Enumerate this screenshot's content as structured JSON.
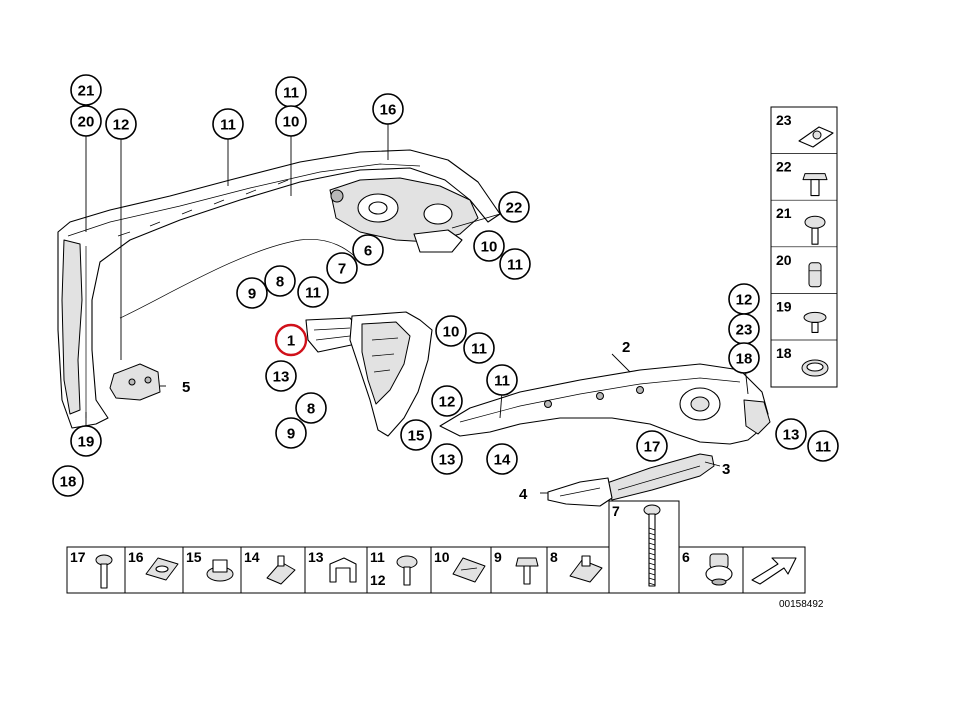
{
  "diagram": {
    "document_number": "00158492",
    "highlighted_part": "1",
    "callouts": [
      {
        "id": "c21a",
        "label": "21"
      },
      {
        "id": "c20a",
        "label": "20"
      },
      {
        "id": "c12a",
        "label": "12"
      },
      {
        "id": "c11a",
        "label": "11"
      },
      {
        "id": "c11b",
        "label": "11"
      },
      {
        "id": "c10a",
        "label": "10"
      },
      {
        "id": "c16a",
        "label": "16"
      },
      {
        "id": "c22a",
        "label": "22"
      },
      {
        "id": "c10b",
        "label": "10"
      },
      {
        "id": "c11c",
        "label": "11"
      },
      {
        "id": "c6a",
        "label": "6"
      },
      {
        "id": "c7a",
        "label": "7"
      },
      {
        "id": "c8a",
        "label": "8"
      },
      {
        "id": "c9a",
        "label": "9"
      },
      {
        "id": "c11d",
        "label": "11"
      },
      {
        "id": "c1a",
        "label": "1"
      },
      {
        "id": "c10c",
        "label": "10"
      },
      {
        "id": "c11e",
        "label": "11"
      },
      {
        "id": "c13a",
        "label": "13"
      },
      {
        "id": "c8b",
        "label": "8"
      },
      {
        "id": "c9b",
        "label": "9"
      },
      {
        "id": "c15a",
        "label": "15"
      },
      {
        "id": "c19a",
        "label": "19"
      },
      {
        "id": "c18a",
        "label": "18"
      },
      {
        "id": "c11f",
        "label": "11"
      },
      {
        "id": "c12b",
        "label": "12"
      },
      {
        "id": "c13b",
        "label": "13"
      },
      {
        "id": "c14a",
        "label": "14"
      },
      {
        "id": "c17a",
        "label": "17"
      },
      {
        "id": "c12c",
        "label": "12"
      },
      {
        "id": "c23a",
        "label": "23"
      },
      {
        "id": "c18b",
        "label": "18"
      },
      {
        "id": "c13c",
        "label": "13"
      },
      {
        "id": "c11g",
        "label": "11"
      }
    ],
    "plain_labels": [
      {
        "id": "p5",
        "label": "5"
      },
      {
        "id": "p2",
        "label": "2"
      },
      {
        "id": "p3",
        "label": "3"
      },
      {
        "id": "p4",
        "label": "4"
      },
      {
        "id": "p7",
        "label": "7"
      }
    ],
    "side_legend": [
      {
        "label": "23",
        "icon": "clip-nut-icon"
      },
      {
        "label": "22",
        "icon": "hex-bolt-icon"
      },
      {
        "label": "21",
        "icon": "round-screw-icon"
      },
      {
        "label": "20",
        "icon": "expansion-rivet-icon"
      },
      {
        "label": "19",
        "icon": "flat-screw-icon"
      },
      {
        "label": "18",
        "icon": "grommet-ring-icon"
      }
    ],
    "bottom_legend": [
      {
        "label": "17",
        "icon": "bolt-icon"
      },
      {
        "label": "16",
        "icon": "gasket-plate-icon"
      },
      {
        "label": "15",
        "icon": "flange-nut-icon"
      },
      {
        "label": "14",
        "icon": "speed-nut-icon"
      },
      {
        "label": "13",
        "icon": "clamp-clip-icon"
      },
      {
        "label": "11",
        "label2": "12",
        "icon": "collar-screw-icon"
      },
      {
        "label": "10",
        "icon": "sheet-nut-icon"
      },
      {
        "label": "9",
        "icon": "hex-screw-icon"
      },
      {
        "label": "8",
        "icon": "cage-nut-icon"
      },
      {
        "label": "7",
        "icon": "long-bolt-icon"
      },
      {
        "label": "6",
        "icon": "spring-nut-icon"
      },
      {
        "label": "",
        "icon": "direction-arrow-icon"
      }
    ]
  }
}
